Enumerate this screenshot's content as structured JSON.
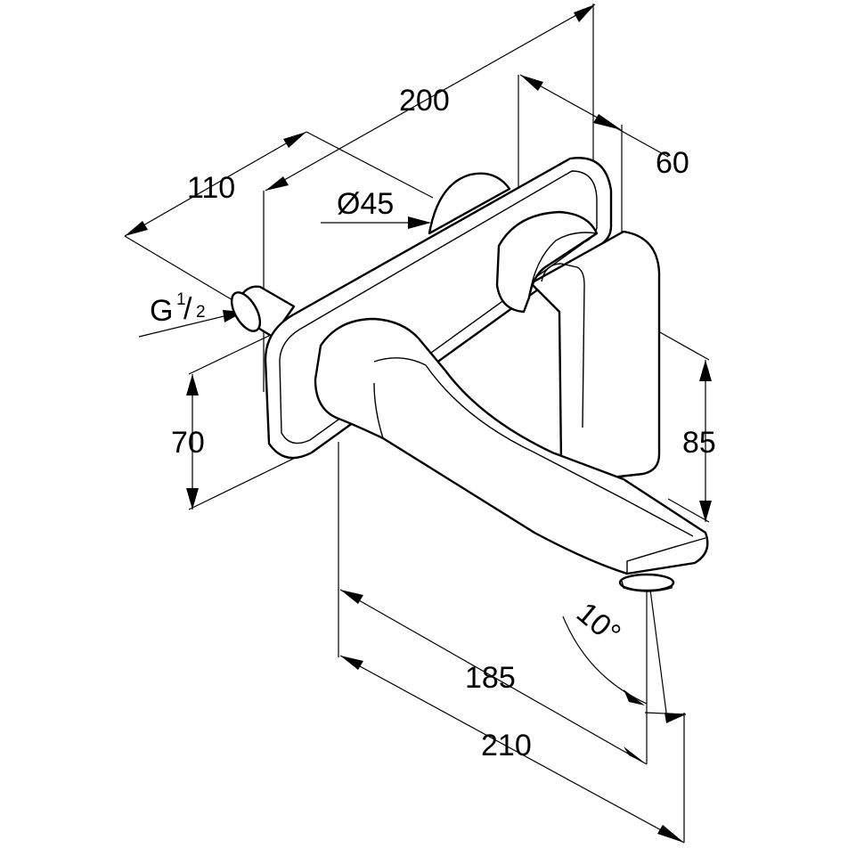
{
  "dimensions": {
    "width_total": "200",
    "depth_rosette": "60",
    "depth_inlet": "110",
    "rosette_diameter": "Ø45",
    "thread_letter": "G",
    "thread_numerator": "1",
    "thread_slash": "/",
    "thread_denominator": "2",
    "height_spout": "70",
    "height_lever": "85",
    "spout_reach": "185",
    "spout_total": "210",
    "spout_angle": "10°"
  },
  "colors": {
    "line": "#000000",
    "background": "#ffffff"
  }
}
